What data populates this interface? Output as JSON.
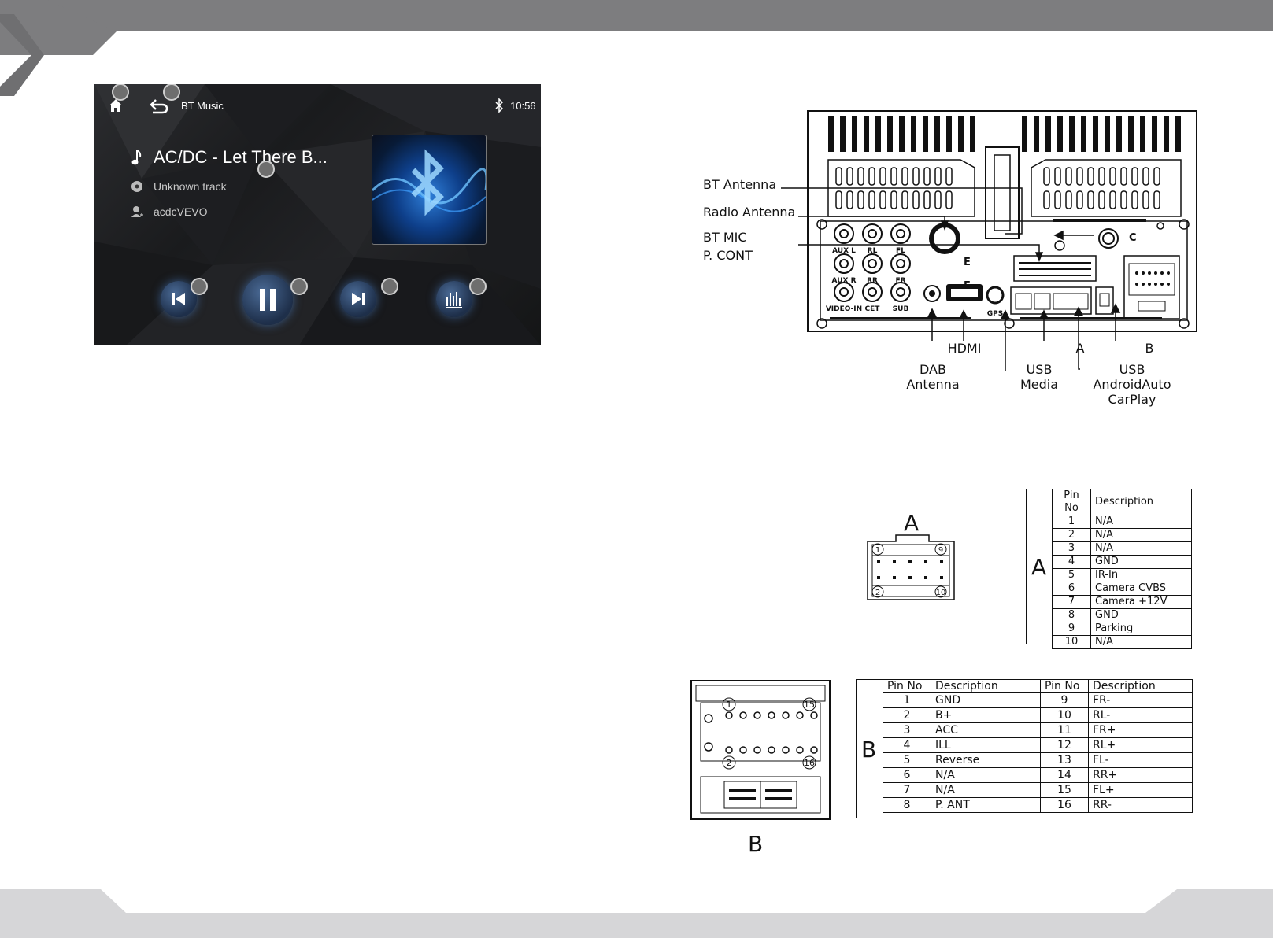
{
  "player": {
    "app_title": "BT Music",
    "time": "10:56",
    "track_title": "AC/DC - Let There B...",
    "album": "Unknown track",
    "artist": "acdcVEVO"
  },
  "panel": {
    "labels": {
      "bt_antenna": "BT Antenna",
      "radio_antenna": "Radio Antenna",
      "bt_mic": "BT MIC",
      "p_cont": "P. CONT",
      "dab_antenna": "DAB\nAntenna",
      "hdmi": "HDMI",
      "usb_media": "USB\nMedia",
      "a": "A",
      "b": "B",
      "usb_android": "USB\nAndroidAuto\nCarPlay"
    },
    "markings": {
      "aux_l": "AUX L",
      "aux_r": "AUX R",
      "video_in": "VIDEO-IN",
      "rl": "RL",
      "rr": "RR",
      "cet": "CET",
      "fl": "FL",
      "fr": "FR",
      "sub": "SUB",
      "gps": "GPS",
      "c": "C",
      "e": "E",
      "f": "F"
    }
  },
  "connector_a": {
    "letter": "A",
    "pin_labels": [
      "1",
      "9",
      "2",
      "10"
    ]
  },
  "connector_b": {
    "letter": "B",
    "pin_labels": [
      "1",
      "15",
      "2",
      "16"
    ]
  },
  "table_a": {
    "letter": "A",
    "headers": [
      "Pin No",
      "Description"
    ],
    "rows": [
      [
        "1",
        "N/A"
      ],
      [
        "2",
        "N/A"
      ],
      [
        "3",
        "N/A"
      ],
      [
        "4",
        "GND"
      ],
      [
        "5",
        "IR-In"
      ],
      [
        "6",
        "Camera CVBS"
      ],
      [
        "7",
        "Camera +12V"
      ],
      [
        "8",
        "GND"
      ],
      [
        "9",
        "Parking"
      ],
      [
        "10",
        "N/A"
      ]
    ]
  },
  "table_b": {
    "letter": "B",
    "headers": [
      "Pin No",
      "Description",
      "Pin No",
      "Description"
    ],
    "rows": [
      [
        "1",
        "GND",
        "9",
        "FR-"
      ],
      [
        "2",
        "B+",
        "10",
        "RL-"
      ],
      [
        "3",
        "ACC",
        "11",
        "FR+"
      ],
      [
        "4",
        "ILL",
        "12",
        "RL+"
      ],
      [
        "5",
        "Reverse",
        "13",
        "FL-"
      ],
      [
        "6",
        "N/A",
        "14",
        "RR+"
      ],
      [
        "7",
        "N/A",
        "15",
        "FL+"
      ],
      [
        "8",
        "P. ANT",
        "16",
        "RR-"
      ]
    ]
  }
}
